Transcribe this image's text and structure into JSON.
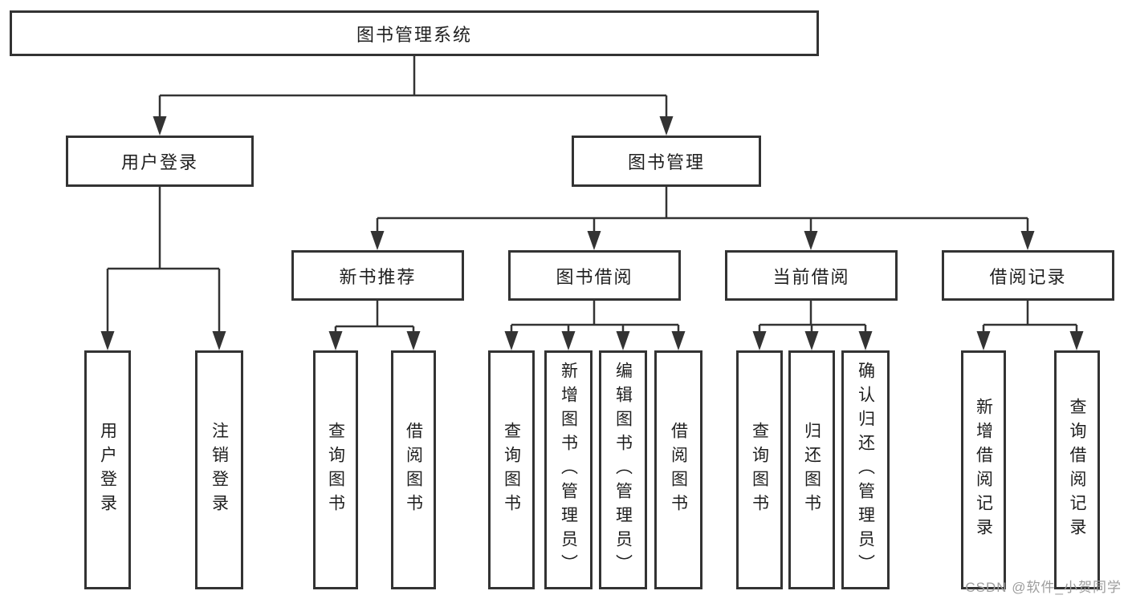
{
  "diagram": {
    "root": {
      "label": "图书管理系统"
    },
    "level2": [
      {
        "label": "用户登录"
      },
      {
        "label": "图书管理"
      }
    ],
    "level3": [
      {
        "label": "新书推荐"
      },
      {
        "label": "图书借阅"
      },
      {
        "label": "当前借阅"
      },
      {
        "label": "借阅记录"
      }
    ],
    "leaves": [
      {
        "label": "用户登录"
      },
      {
        "label": "注销登录"
      },
      {
        "label": "查询图书"
      },
      {
        "label": "借阅图书"
      },
      {
        "label": "查询图书"
      },
      {
        "label": "新增图书（管理员）"
      },
      {
        "label": "编辑图书（管理员）"
      },
      {
        "label": "借阅图书"
      },
      {
        "label": "查询图书"
      },
      {
        "label": "归还图书"
      },
      {
        "label": "确认归还（管理员）"
      },
      {
        "label": "新增借阅记录"
      },
      {
        "label": "查询借阅记录"
      }
    ]
  },
  "watermark": {
    "text": "CSDN @软件_小贺同学"
  },
  "colors": {
    "line": "#333333",
    "box_border": "#333333",
    "text": "#1f1f1f",
    "watermark": "#9d9d9d",
    "background": "#ffffff"
  }
}
